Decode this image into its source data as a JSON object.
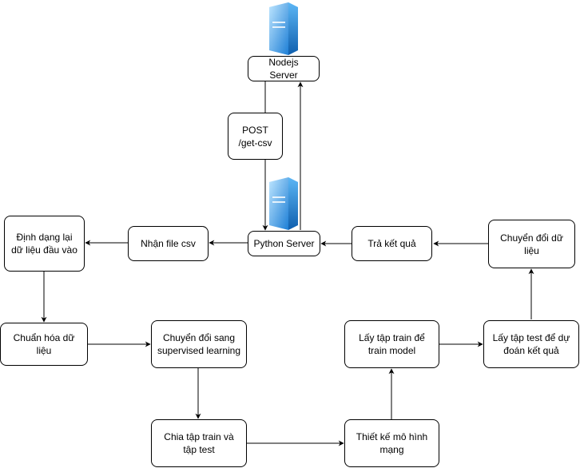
{
  "nodes": {
    "nodejs_server": "Nodejs Server",
    "post_label": "POST /get-csv",
    "python_server": "Python Server",
    "receive_csv": "Nhận file csv",
    "reformat_input": "Định dạng lại dữ liệu đầu vào",
    "normalize": "Chuẩn hóa dữ liệu",
    "to_supervised": "Chuyển đổi sang supervised learning",
    "split": "Chia tập train và tập test",
    "design_network": "Thiết kế mô hình mạng",
    "train_model": "Lấy tập train để train model",
    "predict": "Lấy tập test để dự đoán kết quả",
    "convert_data": "Chuyển đổi dữ liệu",
    "return_result": "Trả kết quả"
  },
  "icons": {
    "server": "server-icon"
  },
  "colors": {
    "stroke": "#000000",
    "server_light": "#8fd3ff",
    "server_dark": "#1e7fd6"
  }
}
